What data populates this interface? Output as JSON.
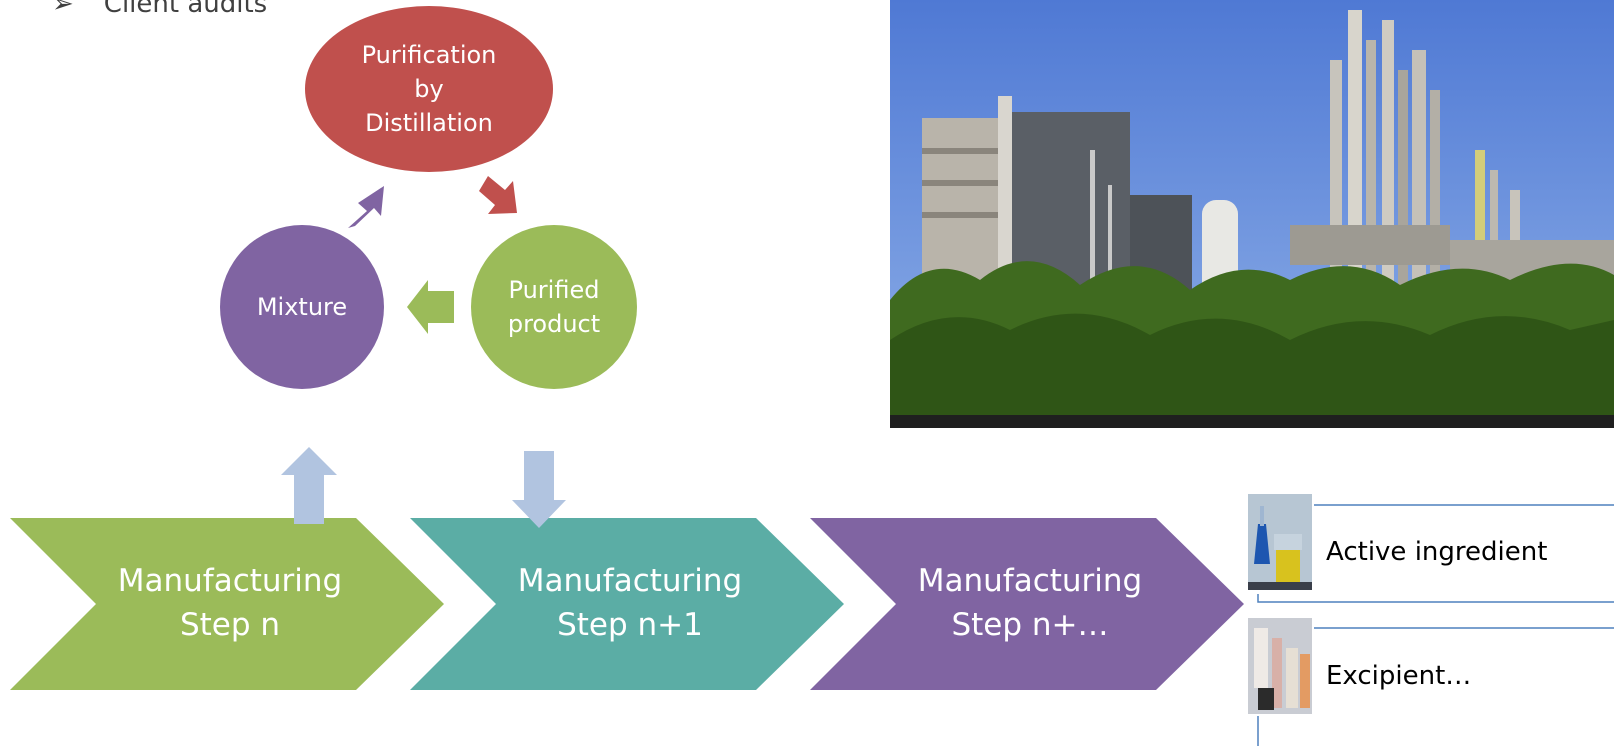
{
  "bullet": {
    "marker": "➢",
    "text": "Client audits"
  },
  "cycle": {
    "purification": {
      "lines": [
        "Purification",
        "by",
        "Distillation"
      ],
      "color": "#c0504d"
    },
    "mixture": {
      "label": "Mixture",
      "color": "#8064a2"
    },
    "purified": {
      "lines": [
        "Purified",
        "product"
      ],
      "color": "#9bbb59"
    }
  },
  "steps": [
    {
      "lines": [
        "Manufacturing",
        "Step n"
      ],
      "color": "#9bbb59"
    },
    {
      "lines": [
        "Manufacturing",
        "Step n+1"
      ],
      "color": "#5bada5"
    },
    {
      "lines": [
        "Manufacturing",
        "Step n+…"
      ],
      "color": "#8064a2"
    }
  ],
  "outputs": [
    {
      "label": "Active ingredient"
    },
    {
      "label": "Excipient…"
    }
  ],
  "colors": {
    "connector_arrow": "#b1c4e0",
    "list_line": "#4f81bd",
    "sky": "#5f86d8",
    "trees": "#3f6a1f"
  }
}
